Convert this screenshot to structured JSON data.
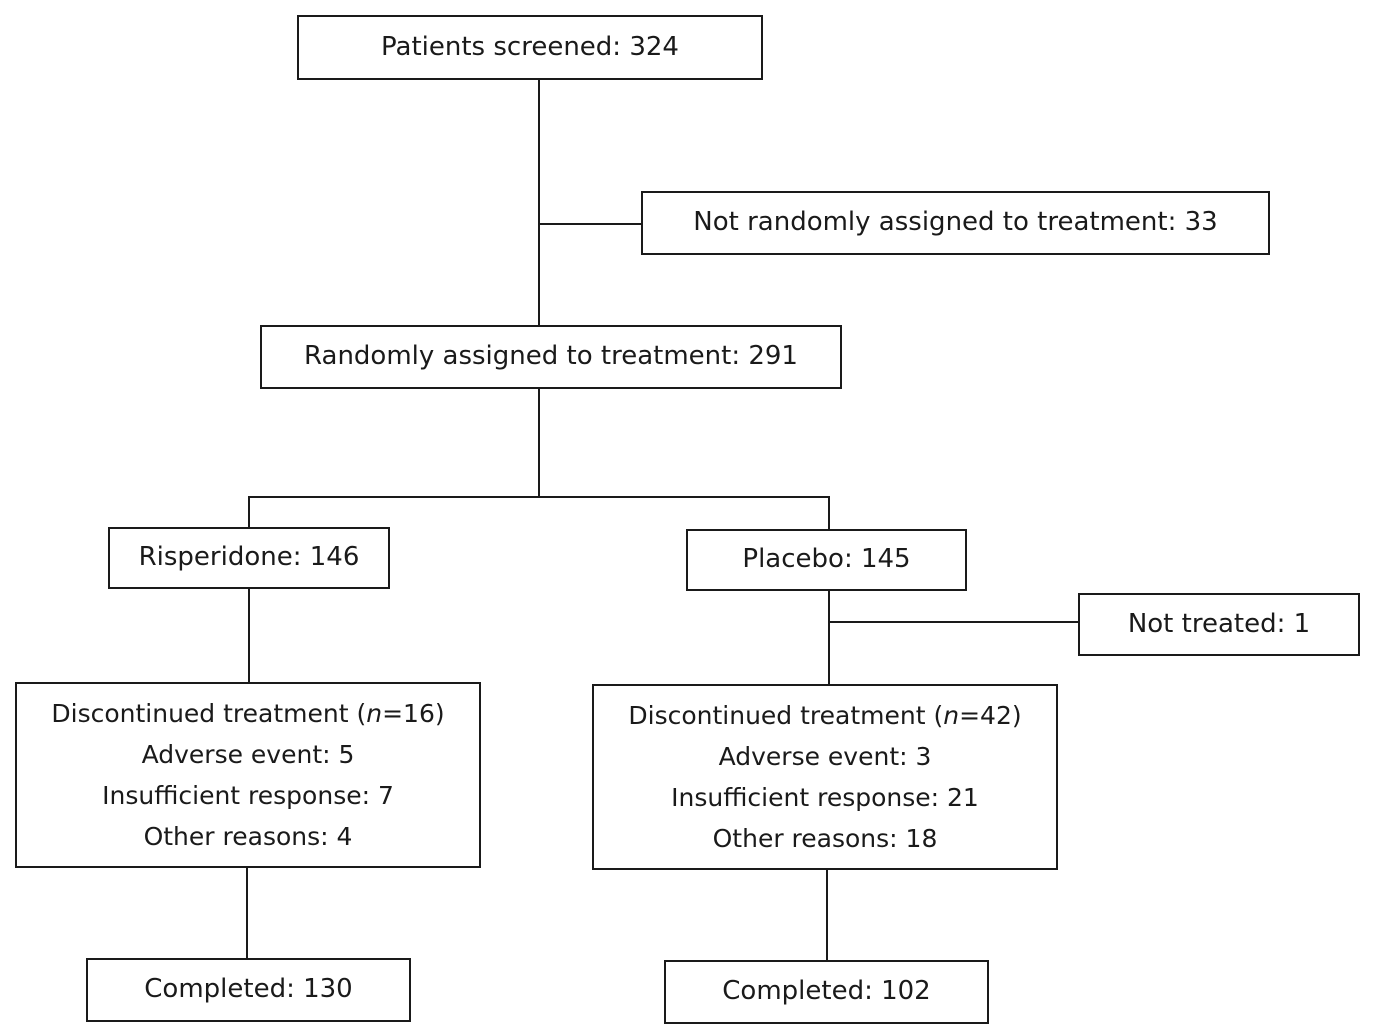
{
  "flow": {
    "screened": "Patients screened: 324",
    "not_randomized": "Not randomly assigned to treatment: 33",
    "randomized": "Randomly assigned to treatment: 291",
    "arms": [
      {
        "label": "Risperidone: 146",
        "discontinued": {
          "prefix": "Discontinued treatment (",
          "n_symbol": "n",
          "suffix": "=16)",
          "reasons": [
            "Adverse event: 5",
            "Insufficient response: 7",
            "Other reasons: 4"
          ]
        },
        "completed": "Completed: 130"
      },
      {
        "label": "Placebo: 145",
        "not_treated": "Not treated: 1",
        "discontinued": {
          "prefix": "Discontinued treatment (",
          "n_symbol": "n",
          "suffix": "=42)",
          "reasons": [
            "Adverse event: 3",
            "Insufficient response: 21",
            "Other reasons: 18"
          ]
        },
        "completed": "Completed: 102"
      }
    ]
  }
}
